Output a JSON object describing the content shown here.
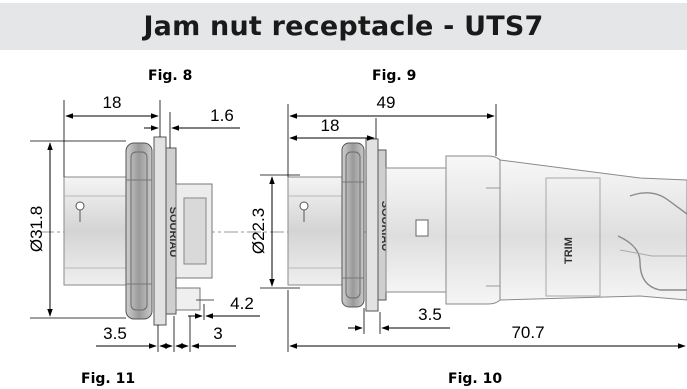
{
  "title": "Jam nut receptacle - UTS7",
  "figures": {
    "fig8": "Fig. 8",
    "fig9": "Fig. 9",
    "fig10": "Fig. 10",
    "fig11": "Fig. 11"
  },
  "left_drawing": {
    "dim_length": "18",
    "dim_flange": "1.6",
    "dim_diameter": "Ø31.8",
    "dim_panel_a": "3.5",
    "dim_panel_b": "3",
    "dim_pin": "4.2",
    "brand": "SOURIAU"
  },
  "right_drawing": {
    "dim_total": "49",
    "dim_length": "18",
    "dim_diameter": "Ø22.3",
    "dim_panel": "3.5",
    "dim_overall": "70.7",
    "brand": "SOURIAU",
    "trim": "TRIM"
  }
}
